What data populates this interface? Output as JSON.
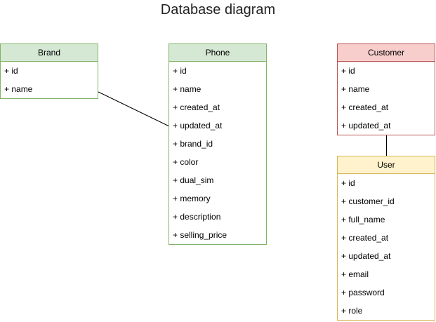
{
  "title": "Database diagram",
  "colors": {
    "green_fill": "#d5e8d4",
    "green_stroke": "#82b366",
    "red_fill": "#f8cecc",
    "red_stroke": "#b85450",
    "yellow_fill": "#fff2cc",
    "yellow_stroke": "#d6b656",
    "line": "#000000"
  },
  "entities": {
    "brand": {
      "name": "Brand",
      "fill": "#d5e8d4",
      "stroke": "#82b366",
      "fields": [
        "+ id",
        "+ name"
      ]
    },
    "phone": {
      "name": "Phone",
      "fill": "#d5e8d4",
      "stroke": "#82b366",
      "fields": [
        "+ id",
        "+ name",
        "+ created_at",
        "+ updated_at",
        "+ brand_id",
        "+ color",
        "+ dual_sim",
        "+ memory",
        "+ description",
        "+ selling_price"
      ]
    },
    "customer": {
      "name": "Customer",
      "fill": "#f8cecc",
      "stroke": "#b85450",
      "fields": [
        "+ id",
        "+ name",
        "+ created_at",
        "+ updated_at"
      ]
    },
    "user": {
      "name": "User",
      "fill": "#fff2cc",
      "stroke": "#d6b656",
      "fields": [
        "+ id",
        "+ customer_id",
        "+ full_name",
        "+ created_at",
        "+ updated_at",
        "+ email",
        "+ password",
        "+ role"
      ]
    }
  },
  "relationships": [
    {
      "from": "brand",
      "to": "phone"
    },
    {
      "from": "customer",
      "to": "user"
    }
  ]
}
